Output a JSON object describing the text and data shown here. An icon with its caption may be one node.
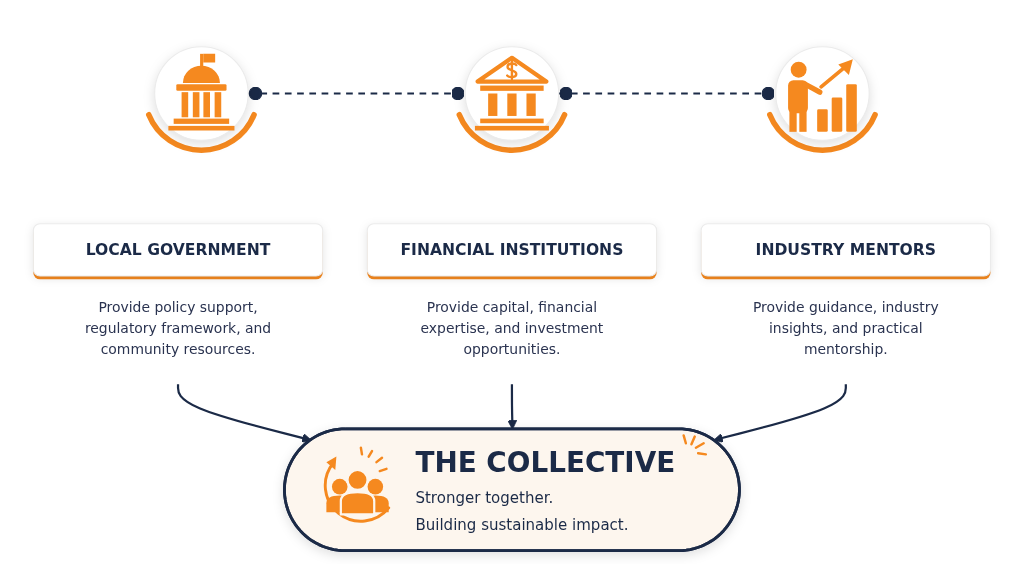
{
  "diagram": {
    "nodes": [
      {
        "text": [],
        "shape": "circle"
      },
      {
        "text": [],
        "shape": "circle"
      },
      {
        "text": [],
        "shape": "circle"
      },
      {
        "text": [
          "LOCAL GOVERNMENT"
        ],
        "beside": [
          "Provide policy support, regulatory framework, and community resources."
        ]
      },
      {
        "text": [
          "FINANCIAL INSTITUTIONS"
        ],
        "beside": [
          "Provide capital, financial expertise, and investment opportunities."
        ]
      },
      {
        "text": [
          "INDUSTRY MENTORS"
        ],
        "beside": [
          "Provide guidance, industry insights, and practical mentorship."
        ]
      },
      {
        "text": [
          "THE COLLECTIVE",
          "Stronger together.",
          "Building sustainable impact."
        ]
      }
    ],
    "edges": [
      {
        "from": 0,
        "to": 1,
        "arrow": "other",
        "style": "dashed"
      },
      {
        "from": 1,
        "to": 2,
        "arrow": "other",
        "style": "dashed"
      },
      {
        "from": 3,
        "to": 6,
        "arrow": "to"
      },
      {
        "from": 4,
        "to": 6,
        "arrow": "to"
      },
      {
        "from": 5,
        "to": 6,
        "arrow": "to"
      }
    ]
  }
}
